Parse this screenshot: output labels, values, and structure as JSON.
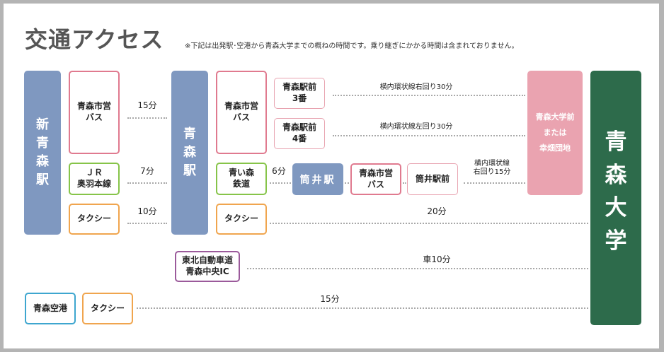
{
  "header": {
    "title": "交通アクセス",
    "note": "※下記は出発駅･空港から青森大学までの概ねの時間です。乗り継ぎにかかる時間は含まれておりません。"
  },
  "stations": {
    "shin_aomori": [
      "新",
      "青",
      "森",
      "駅"
    ],
    "aomori": [
      "青",
      "森",
      "駅"
    ],
    "tsutsui": "筒井駅"
  },
  "university": {
    "label": [
      "青",
      "森",
      "大",
      "学"
    ],
    "stop": [
      "青森大学前",
      "または",
      "幸畑団地"
    ]
  },
  "routes_from_shin_aomori": [
    {
      "mode": [
        "青森市営",
        "バス"
      ],
      "time": "15分"
    },
    {
      "mode": [
        "ＪＲ",
        "奥羽本線"
      ],
      "time": "7分"
    },
    {
      "mode": [
        "タクシー"
      ],
      "time": "10分"
    }
  ],
  "routes_from_aomori": {
    "bus": {
      "mode": [
        "青森市営",
        "バス"
      ]
    },
    "bus_stop_3": {
      "stop": [
        "青森駅前",
        "3番"
      ],
      "line": "横内環状線右回り30分"
    },
    "bus_stop_4": {
      "stop": [
        "青森駅前",
        "4番"
      ],
      "line": "横内環状線左回り30分"
    },
    "rail": {
      "mode": [
        "青い森",
        "鉄道"
      ],
      "time": "6分"
    },
    "tsutsui_bus": {
      "mode": [
        "青森市営",
        "バス"
      ]
    },
    "tsutsui_stop": {
      "stop": "筒井駅前",
      "line": [
        "横内環状線",
        "右回り15分"
      ]
    },
    "taxi": {
      "mode": "タクシー",
      "time": "20分"
    }
  },
  "highway": {
    "name": [
      "東北自動車道",
      "青森中央IC"
    ],
    "time": "車10分"
  },
  "airport": {
    "name": "青森空港",
    "mode": "タクシー",
    "time": "15分"
  }
}
